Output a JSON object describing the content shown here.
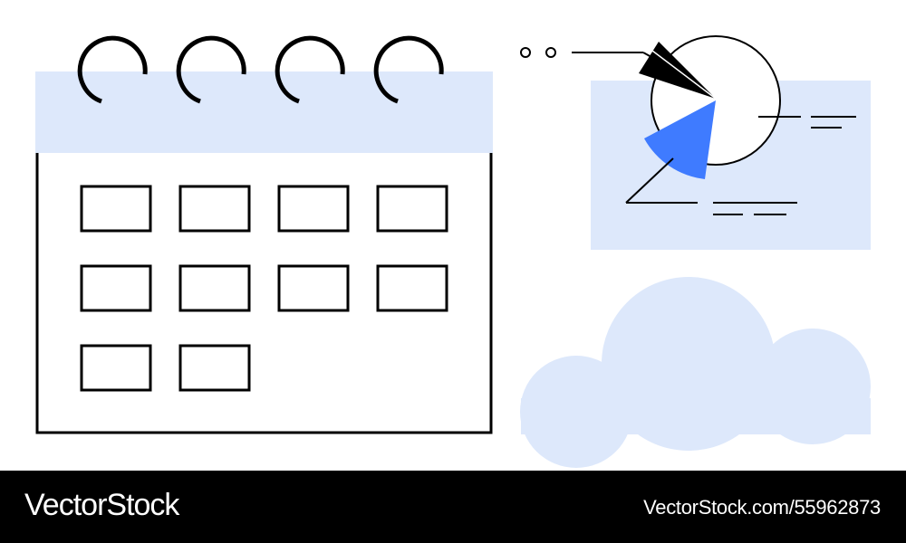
{
  "colors": {
    "background": "#ffffff",
    "light_blue": "#dde8fb",
    "accent_blue": "#3f7bff",
    "line": "#000000",
    "watermark_bar": "#000000",
    "watermark_text": "#ffffff"
  },
  "illustration": {
    "calendar": {
      "ring_count": 4,
      "rows": [
        4,
        4,
        2
      ]
    },
    "pie_chart": {
      "accent_slice": "blue",
      "highlight_slice": "black"
    },
    "icons": [
      "calendar-icon",
      "pie-chart-icon",
      "cloud-icon"
    ]
  },
  "watermark": {
    "logo": "VectorStock",
    "id_text": "VectorStock.com/55962873"
  }
}
